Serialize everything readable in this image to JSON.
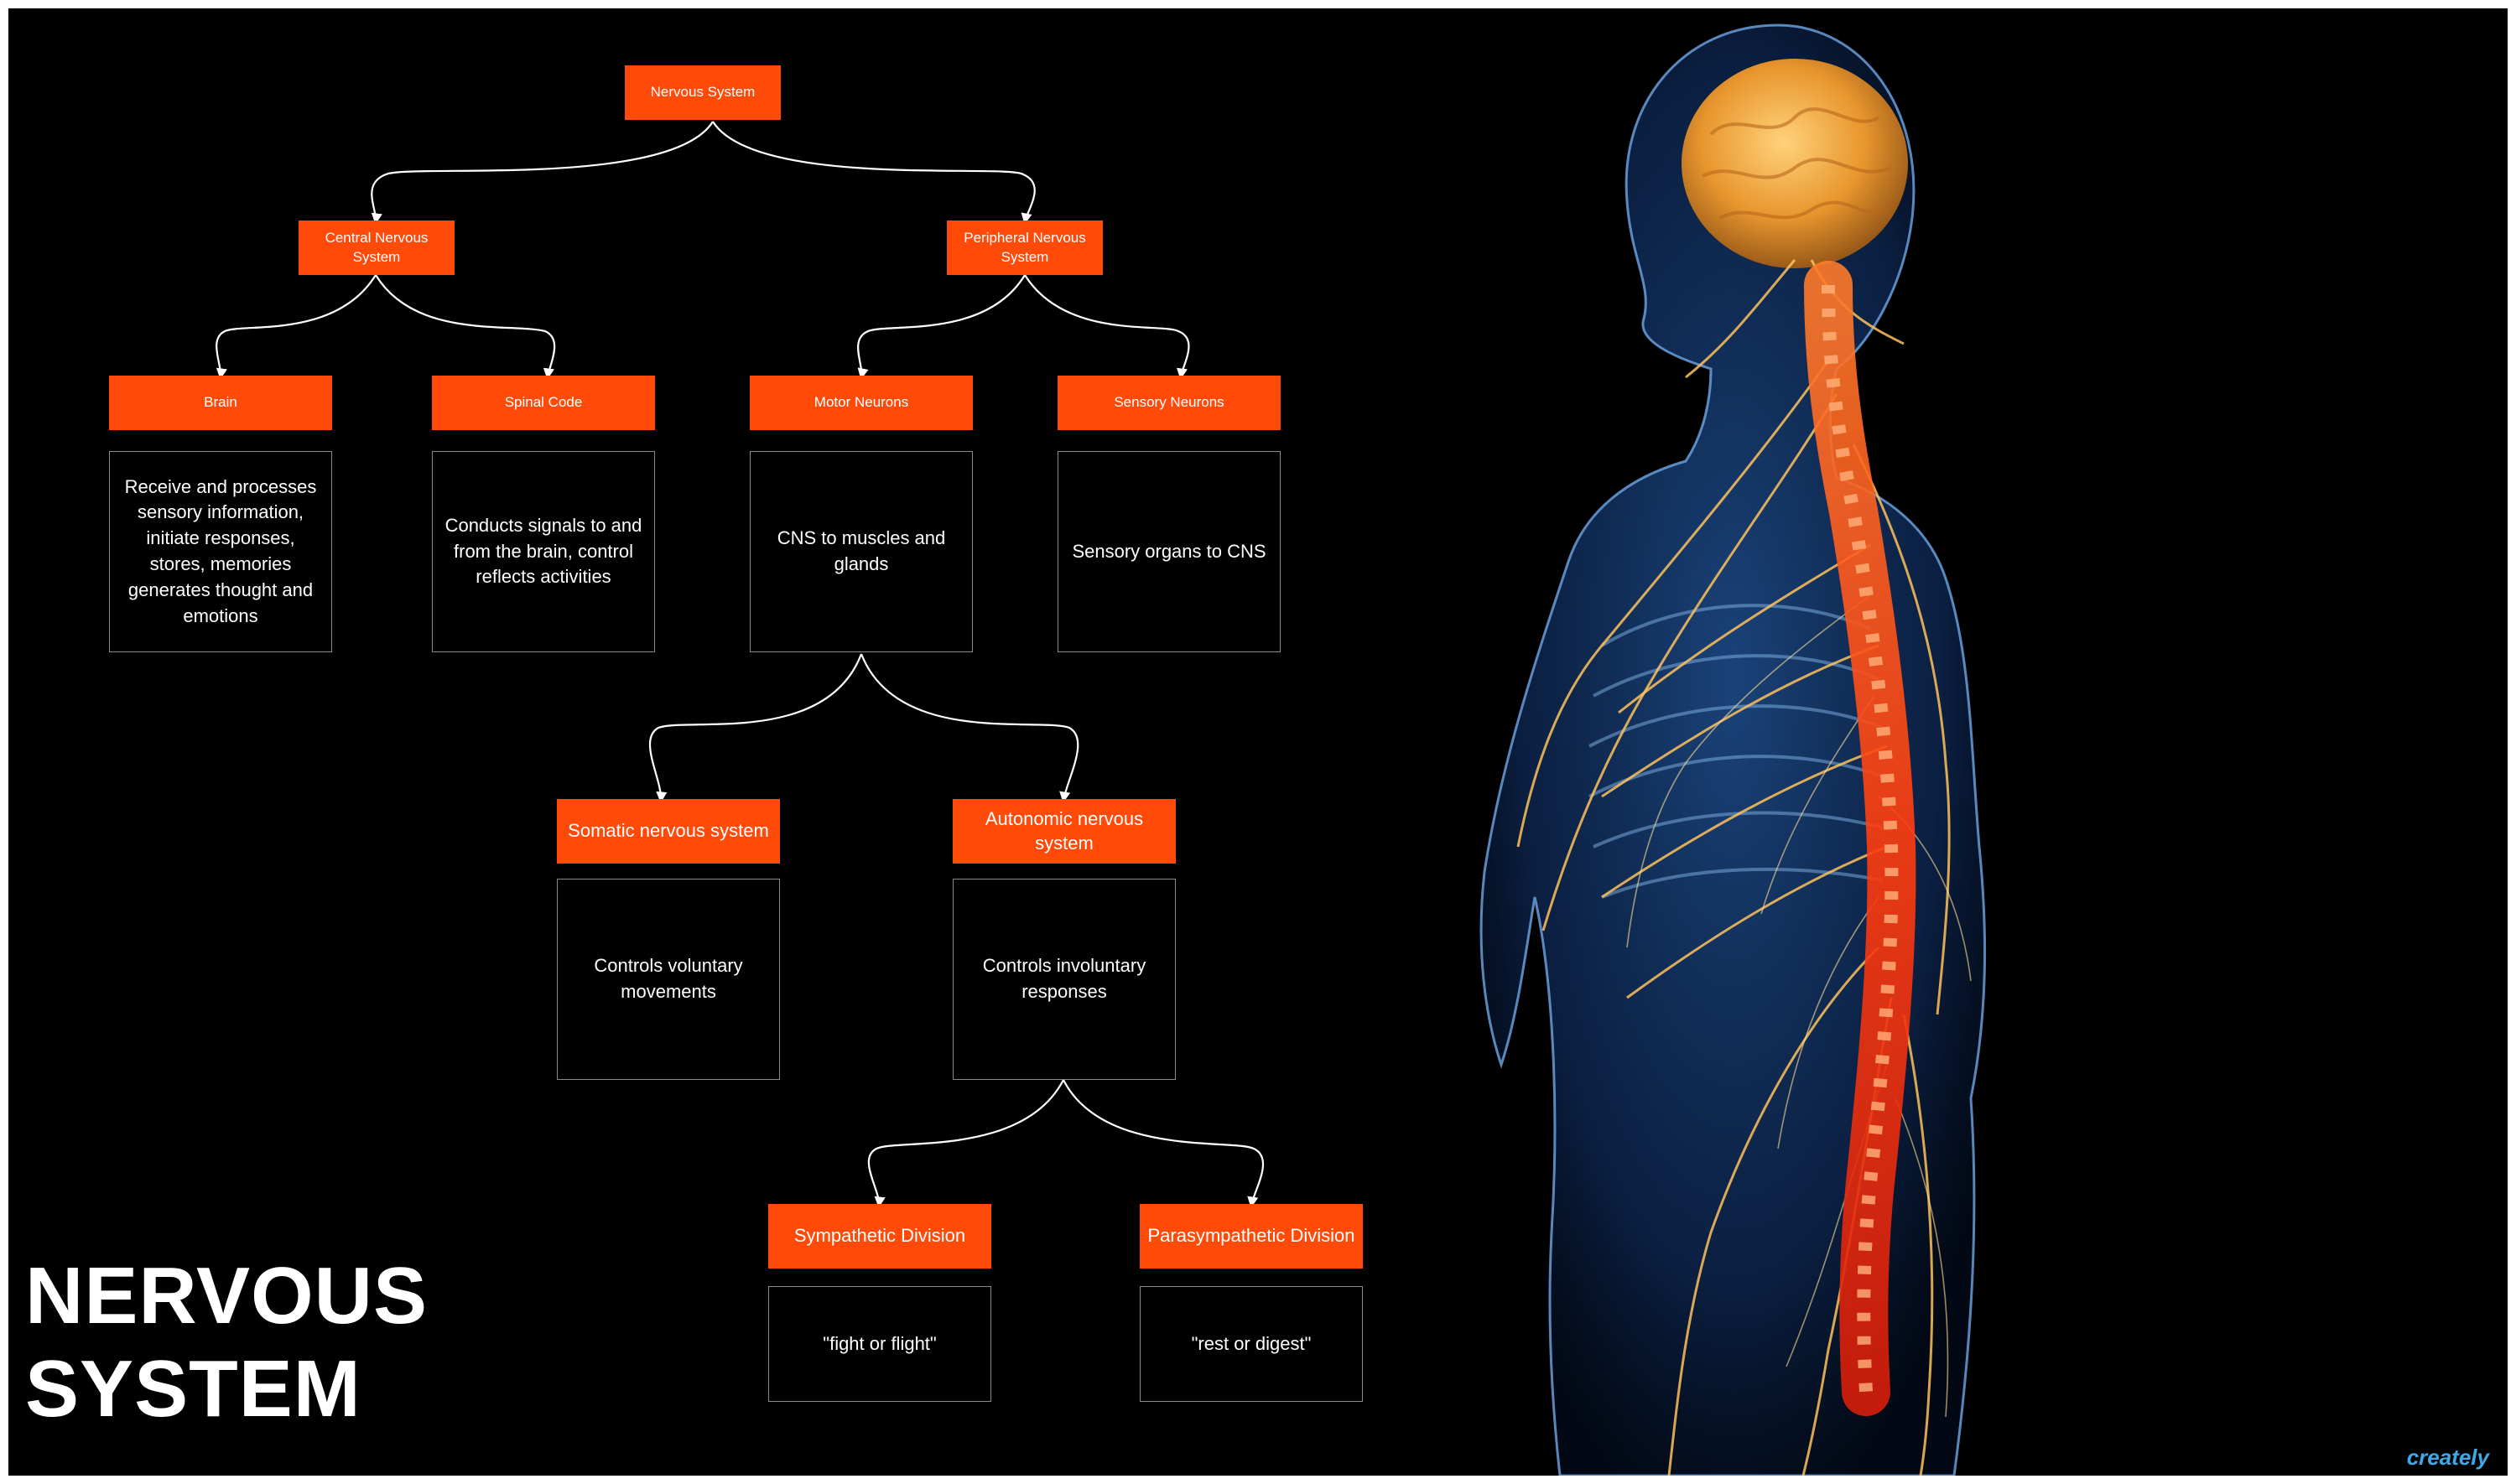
{
  "title_lines": [
    "NERVOUS",
    "SYSTEM"
  ],
  "logo_text": "creately",
  "colors": {
    "node_fill": "#ff4a0a",
    "background": "#000000",
    "connector": "#ffffff",
    "desc_border": "#8a8a8a"
  },
  "nodes": {
    "root": "Nervous System",
    "cns": "Central Nervous System",
    "pns": "Peripheral Nervous System",
    "brain": "Brain",
    "spinal": "Spinal Code",
    "motor": "Motor Neurons",
    "sensory": "Sensory Neurons",
    "somatic": "Somatic nervous system",
    "autonomic": "Autonomic nervous system",
    "sympathetic": "Sympathetic Division",
    "parasympathetic": "Parasympathetic Division"
  },
  "descriptions": {
    "brain": "Receive and processes sensory information, initiate responses, stores, memories generates thought and emotions",
    "spinal": "Conducts signals to and from the brain, control reflects activities",
    "motor": "CNS to muscles and glands",
    "sensory": "Sensory organs to CNS",
    "somatic": "Controls voluntary movements",
    "autonomic": "Controls involuntary responses",
    "sympathetic": "\"fight or flight\"",
    "parasympathetic": "\"rest or digest\""
  },
  "illustration": "human-nervous-system-anatomy"
}
